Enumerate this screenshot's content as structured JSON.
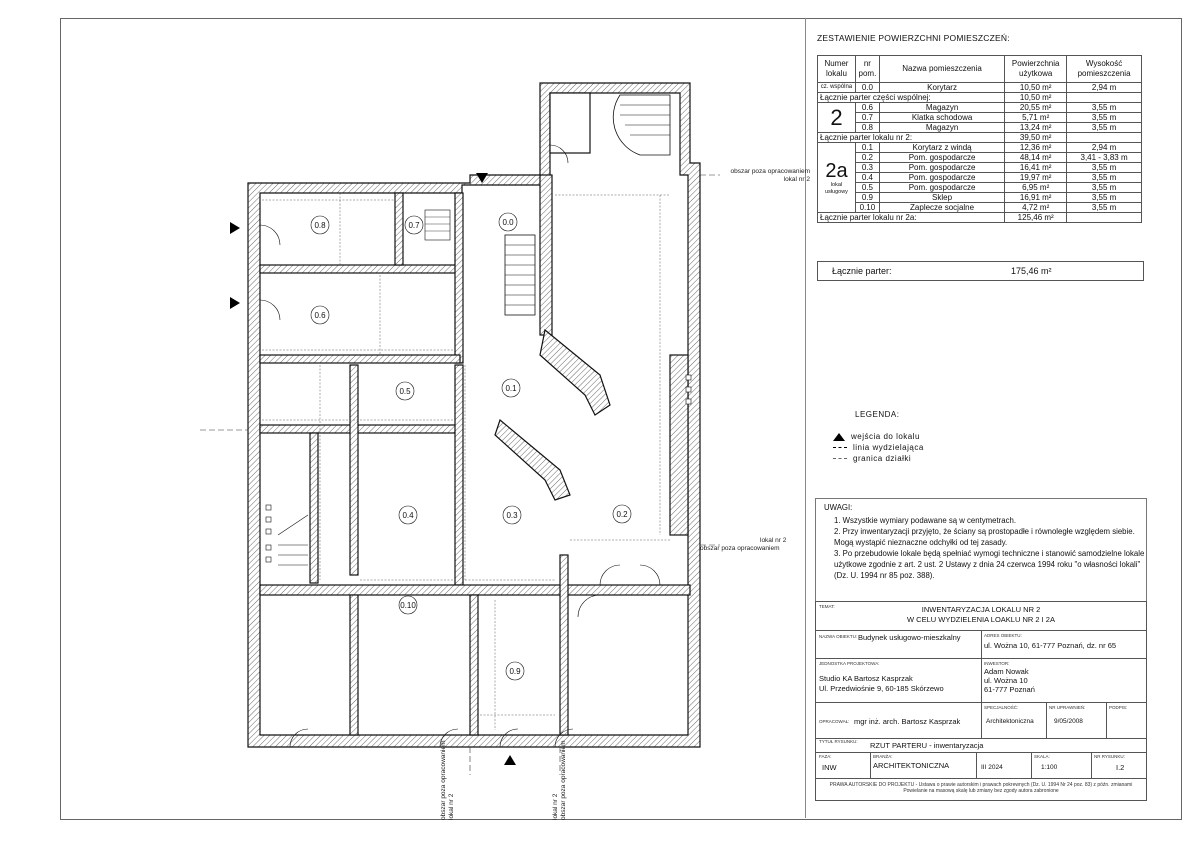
{
  "table": {
    "title": "ZESTAWIENIE POWIERZCHNI POMIESZCZEŃ:",
    "headers": [
      "Numer lokalu",
      "nr pom.",
      "Nazwa pomieszczenia",
      "Powierzchnia użytkowa",
      "Wysokość pomieszczenia"
    ],
    "common_label": "cz. wspólna",
    "common_row": {
      "nr": "0.0",
      "name": "Korytarz",
      "area": "10,50 m²",
      "height": "2,94 m"
    },
    "common_total": {
      "label": "Łącznie parter części wspólnej:",
      "area": "10,50 m²"
    },
    "unit2": {
      "number": "2",
      "rows": [
        {
          "nr": "0.6",
          "name": "Magazyn",
          "area": "20,55 m²",
          "height": "3,55 m"
        },
        {
          "nr": "0.7",
          "name": "Klatka schodowa",
          "area": "5,71 m²",
          "height": "3,55 m"
        },
        {
          "nr": "0.8",
          "name": "Magazyn",
          "area": "13,24 m²",
          "height": "3,55 m"
        }
      ],
      "total": {
        "label": "Łącznie parter lokalu nr 2:",
        "area": "39,50 m²"
      }
    },
    "unit2a": {
      "number": "2a",
      "sub": "lokal usługowy",
      "rows": [
        {
          "nr": "0.1",
          "name": "Korytarz z windą",
          "area": "12,36 m²",
          "height": "2,94 m"
        },
        {
          "nr": "0.2",
          "name": "Pom. gospodarcze",
          "area": "48,14 m²",
          "height": "3,41 - 3,83 m"
        },
        {
          "nr": "0.3",
          "name": "Pom. gospodarcze",
          "area": "16,41 m²",
          "height": "3,55 m"
        },
        {
          "nr": "0.4",
          "name": "Pom. gospodarcze",
          "area": "19,97 m²",
          "height": "3,55 m"
        },
        {
          "nr": "0.5",
          "name": "Pom. gospodarcze",
          "area": "6,95 m²",
          "height": "3,55 m"
        },
        {
          "nr": "0.9",
          "name": "Sklep",
          "area": "16,91 m²",
          "height": "3,55 m"
        },
        {
          "nr": "0.10",
          "name": "Zaplecze socjalne",
          "area": "4,72 m²",
          "height": "3,55 m"
        }
      ],
      "total": {
        "label": "Łącznie parter lokalu nr 2a:",
        "area": "125,46 m²"
      }
    },
    "grand_total": {
      "label": "Łącznie parter:",
      "area": "175,46 m²"
    }
  },
  "legend": {
    "title": "LEGENDA:",
    "items": [
      "wejścia do lokalu",
      "linia wydzielająca",
      "granica działki"
    ]
  },
  "notes": {
    "title": "UWAGI:",
    "items": [
      "1. Wszystkie wymiary podawane są w centymetrach.",
      "2. Przy inwentaryzacji przyjęto, że ściany są prostopadłe i równoległe względem siebie.",
      "Mogą wystąpić nieznaczne odchyłki od tej zasady.",
      "3. Po przebudowie lokale będą spełniać wymogi techniczne i stanowić samodzielne lokale",
      "użytkowe zgodnie z art. 2 ust. 2 Ustawy z dnia 24 czerwca 1994 roku \"o własności lokali\"",
      "(Dz. U. 1994 nr 85 poz. 388)."
    ]
  },
  "title_block": {
    "temat_label": "TEMAT:",
    "temat_1": "INWENTARYZACJA LOKALU NR 2",
    "temat_2": "W CELU WYDZIELENIA LOAKLU NR 2 I 2A",
    "obiekt_label": "NAZWA OBIEKTU:",
    "obiekt": "Budynek usługowo-mieszkalny",
    "adres_label": "ADRES OBIEKTU:",
    "adres": "ul. Wożna 10, 61-777 Poznań, dz. nr 65",
    "jednostka_label": "JEDNOSTKA PROJEKTOWA:",
    "jednostka_1": "Studio KA Bartosz Kasprzak",
    "jednostka_2": "Ul. Przedwiośnie 9, 60-185 Skórzewo",
    "inwestor_label": "INWESTOR:",
    "inwestor_1": "Adam Nowak",
    "inwestor_2": "ul. Wożna 10",
    "inwestor_3": "61-777 Poznań",
    "opracowal_label": "OPRACOWAŁ:",
    "opracowal": "mgr inż. arch. Bartosz Kasprzak",
    "specjalnosc_label": "SPECJALNOŚĆ:",
    "specjalnosc": "Architektoniczna",
    "nr_upr_label": "NR UPRAWNIEŃ:",
    "nr_upr": "9/05/2008",
    "podpis_label": "PODPIS:",
    "tytul_label": "TYTUŁ RYSUNKU:",
    "tytul": "RZUT PARTERU - inwentaryzacja",
    "faza_label": "FAZA:",
    "faza": "INW",
    "branza_label": "BRANŻA:",
    "branza": "ARCHITEKTONICZNA",
    "data_label": "DATA:",
    "data": "III 2024",
    "skala_label": "SKALA:",
    "skala": "1:100",
    "nr_rys_label": "NR RYSUNKU:",
    "nr_rys": "I.2",
    "copyright_1": "PRAWA AUTORSKIE DO PROJEKTU - Ustawa o prawie autorskim i prawach pokrewnych (Dz. U. 1994 Nr 24 poz. 83) z późn. zmianami",
    "copyright_2": "Powielanie na masową skalę lub zmiany bez zgody autora zabronione"
  },
  "plan": {
    "rooms": [
      "0.8",
      "0.7",
      "0.0",
      "0.6",
      "0.5",
      "0.1",
      "0.4",
      "0.3",
      "0.2",
      "0.10",
      "0.9"
    ],
    "labels": {
      "outside_right_top_1": "obszar poza opracowaniem",
      "outside_right_top_2": "lokal nr 2",
      "outside_right_mid_1": "lokal nr 2",
      "outside_right_mid_2": "obszar poza opracowaniem",
      "outside_bottom_left": "obszar poza opracowaniem",
      "outside_bottom_left_2": "lokal nr 2",
      "outside_bottom_right": "obszar poza opracowaniem",
      "outside_bottom_right_2": "lokal nr 2"
    }
  }
}
